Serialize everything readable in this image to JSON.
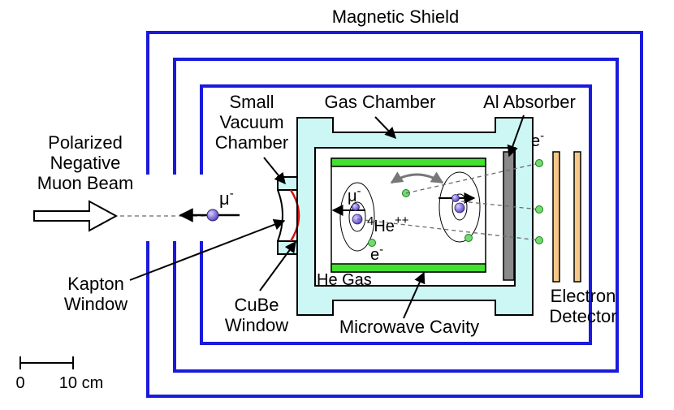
{
  "labels": {
    "magnetic_shield": "Magnetic Shield",
    "gas_chamber": "Gas Chamber",
    "al_absorber": "Al Absorber",
    "small_vacuum_chamber": [
      "Small",
      "Vacuum",
      "Chamber"
    ],
    "beam": [
      "Polarized",
      "Negative",
      "Muon Beam"
    ],
    "kapton_window": [
      "Kapton",
      "Window"
    ],
    "cube_window": [
      "CuBe",
      "Window"
    ],
    "he_gas": "He Gas",
    "microwave_cavity": "Microwave Cavity",
    "electron_detector": [
      "Electron",
      "Detector"
    ],
    "muon_symbol": "μ",
    "minus": "-",
    "he_prefix": "4",
    "he_symbol": "He",
    "he_charge": "++",
    "electron_symbol": "e"
  },
  "scale_bar": {
    "start_label": "0",
    "end_label": "10 cm"
  },
  "colors": {
    "shield": "#1a1adc",
    "chamber_fill": "#cdf7f5",
    "cavity_plate": "#44e030",
    "absorber": "#8a8a8a",
    "detector": "#f7c78a",
    "kapton": "#d01010",
    "particle": "#6a5ad8",
    "electron": "#6edc6e"
  }
}
